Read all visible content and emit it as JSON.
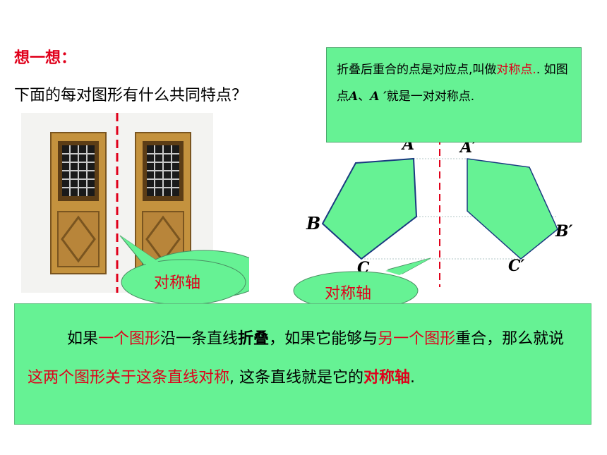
{
  "header": {
    "title": "想一想：",
    "question": "下面的每对图形有什么共同特点？"
  },
  "definition": {
    "part1": "折叠后重合的点是对应点",
    "part2": ",叫做",
    "term": "对称点",
    "part3": ". 如图点",
    "point_a": "A",
    "sep": "、",
    "point_a_prime": "A ′",
    "part4": "就是一对对称点."
  },
  "diagram": {
    "labels": {
      "a": "A",
      "b": "B",
      "c": "C",
      "a_prime": "A′",
      "b_prime": "B′",
      "c_prime": "C′"
    },
    "axis_callout": "对称轴"
  },
  "doors": {
    "axis_callout": "对称轴"
  },
  "bottom_text": {
    "s1": "如果",
    "s2": "一个图形",
    "s3": "沿一条直线",
    "s4": "折叠",
    "s5": "，如果它能够与",
    "s6": "另一个图形",
    "s7": "重合，那么就说",
    "s8": "这两个图形关于这条直线对称",
    "s9": ", 这条直线就是它的",
    "s10": "对称轴",
    "s11": "."
  },
  "colors": {
    "panel_green": "#66f294",
    "emphasis_red": "#e0001b",
    "axis_dash_red": "#e0001b"
  }
}
